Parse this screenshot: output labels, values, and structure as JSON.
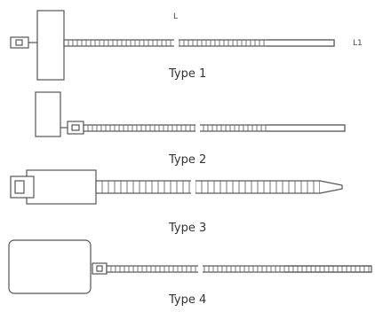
{
  "diagram": {
    "dimension_labels": {
      "length": "L",
      "width": "L1"
    },
    "types": [
      {
        "label": "Type 1"
      },
      {
        "label": "Type 2"
      },
      {
        "label": "Type 3"
      },
      {
        "label": "Type 4"
      }
    ]
  }
}
